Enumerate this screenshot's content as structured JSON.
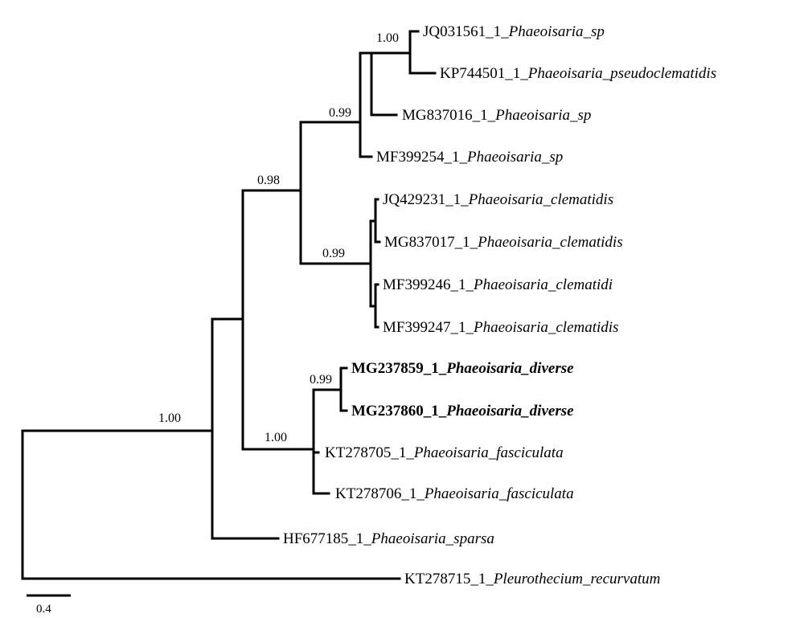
{
  "scale_bar": {
    "label": "0.4"
  },
  "taxa": [
    {
      "id": "t1",
      "acc": "JQ031561_1_",
      "species": "Phaeoisaria_sp",
      "bold": false
    },
    {
      "id": "t2",
      "acc": "KP744501_1_",
      "species": "Phaeoisaria_pseudoclematidis",
      "bold": false
    },
    {
      "id": "t3",
      "acc": "MG837016_1_",
      "species": "Phaeoisaria_sp",
      "bold": false
    },
    {
      "id": "t4",
      "acc": "MF399254_1_",
      "species": "Phaeoisaria_sp",
      "bold": false
    },
    {
      "id": "t5",
      "acc": "JQ429231_1_",
      "species": "Phaeoisaria_clematidis",
      "bold": false
    },
    {
      "id": "t6",
      "acc": "MG837017_1_",
      "species": "Phaeoisaria_clematidis",
      "bold": false
    },
    {
      "id": "t7",
      "acc": "MF399246_1_",
      "species": "Phaeoisaria_clematidi",
      "bold": false
    },
    {
      "id": "t8",
      "acc": "MF399247_1_",
      "species": "Phaeoisaria_clematidis",
      "bold": false
    },
    {
      "id": "t9",
      "acc": "MG237859_1_",
      "species": "Phaeoisaria_diverse",
      "bold": true
    },
    {
      "id": "t10",
      "acc": "MG237860_1_",
      "species": "Phaeoisaria_diverse",
      "bold": true
    },
    {
      "id": "t11",
      "acc": "KT278705_1_",
      "species": "Phaeoisaria_fasciculata",
      "bold": false
    },
    {
      "id": "t12",
      "acc": "KT278706_1_",
      "species": "Phaeoisaria_fasciculata",
      "bold": false
    },
    {
      "id": "t13",
      "acc": "HF677185_1_",
      "species": "Phaeoisaria_sparsa",
      "bold": false
    },
    {
      "id": "t14",
      "acc": "KT278715_1_",
      "species": "Pleurothecium_recurvatum",
      "bold": false
    }
  ],
  "support_values": [
    {
      "node": "n_t1_t2",
      "value": "1.00"
    },
    {
      "node": "n_sp_clade",
      "value": "0.99"
    },
    {
      "node": "n_upper",
      "value": "0.98"
    },
    {
      "node": "n_clematidis",
      "value": "0.99"
    },
    {
      "node": "n_diverse",
      "value": "0.99"
    },
    {
      "node": "n_fasc_clade",
      "value": "1.00"
    },
    {
      "node": "n_root_inner",
      "value": "1.00"
    }
  ]
}
